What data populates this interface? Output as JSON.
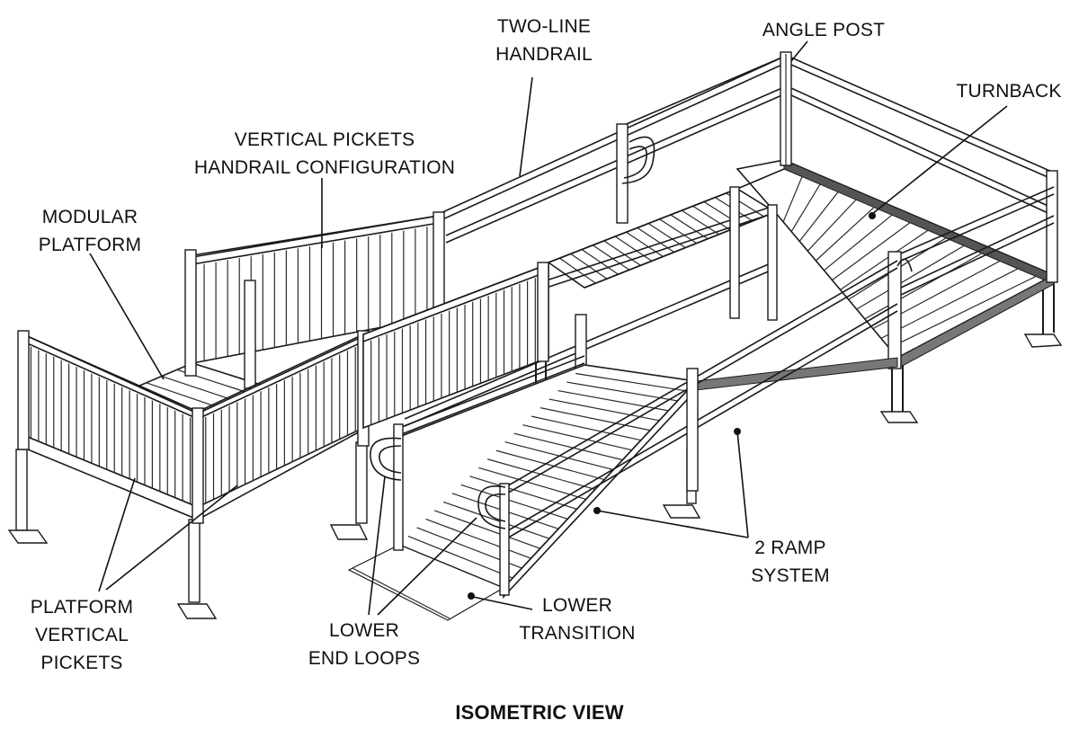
{
  "diagram": {
    "labels": {
      "two_line_handrail": [
        "TWO-LINE",
        "HANDRAIL"
      ],
      "angle_post": "ANGLE POST",
      "turnback": "TURNBACK",
      "vertical_pickets_handrail": [
        "VERTICAL PICKETS",
        "HANDRAIL CONFIGURATION"
      ],
      "modular_platform": [
        "MODULAR",
        "PLATFORM"
      ],
      "platform_vertical_pickets": [
        "PLATFORM",
        "VERTICAL",
        "PICKETS"
      ],
      "lower_end_loops": [
        "LOWER",
        "END LOOPS"
      ],
      "lower_transition": [
        "LOWER",
        "TRANSITION"
      ],
      "two_ramp_system": [
        "2 RAMP",
        "SYSTEM"
      ]
    },
    "view_title": "ISOMETRIC VIEW",
    "line_color": "#1a1a1a",
    "background": "#ffffff"
  }
}
